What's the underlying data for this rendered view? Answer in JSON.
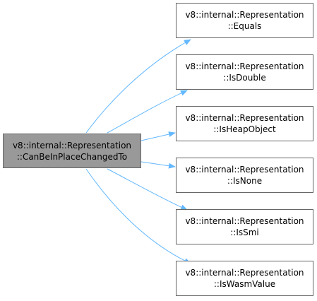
{
  "diagram": {
    "source": {
      "line1": "v8::internal::Representation",
      "line2": "::CanBeInPlaceChangedTo"
    },
    "targets": [
      {
        "line1": "v8::internal::Representation",
        "line2": "::Equals"
      },
      {
        "line1": "v8::internal::Representation",
        "line2": "::IsDouble"
      },
      {
        "line1": "v8::internal::Representation",
        "line2": "::IsHeapObject"
      },
      {
        "line1": "v8::internal::Representation",
        "line2": "::IsNone"
      },
      {
        "line1": "v8::internal::Representation",
        "line2": "::IsSmi"
      },
      {
        "line1": "v8::internal::Representation",
        "line2": "::IsWasmValue"
      }
    ],
    "colors": {
      "edge": "#63b8ff",
      "source_fill": "#999999",
      "node_border": "#666666"
    }
  }
}
